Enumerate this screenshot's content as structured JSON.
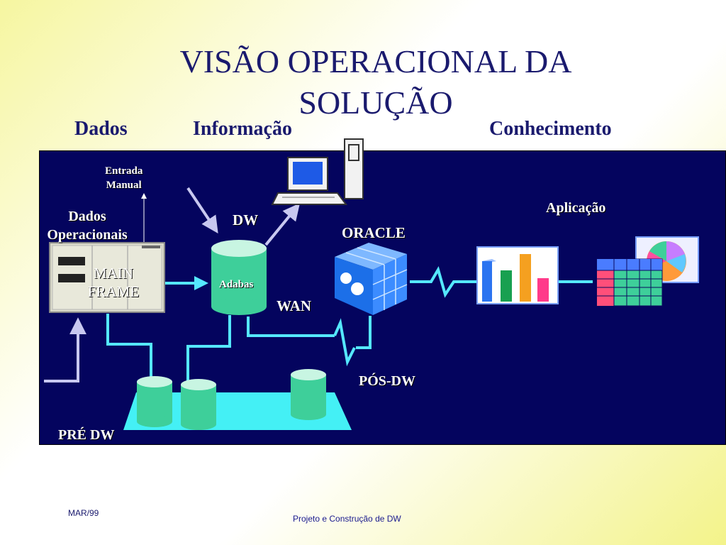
{
  "title_line1": "VISÃO OPERACIONAL DA",
  "title_line2": "SOLUÇÃO",
  "columns": {
    "dados": "Dados",
    "informacao": "Informação",
    "conhecimento": "Conhecimento"
  },
  "labels": {
    "entrada_line1": "Entrada",
    "entrada_line2": "Manual",
    "dados_op_line1": "Dados",
    "dados_op_line2": "Operacionais",
    "mainframe_line1": "MAIN",
    "mainframe_line2": "FRAME",
    "dw": "DW",
    "adabas": "Adabas",
    "wan": "WAN",
    "oracle": "ORACLE",
    "aplicacao": "Aplicação",
    "pos_dw": "PÓS-DW",
    "pre_dw": "PRÉ DW"
  },
  "footer": {
    "date": "MAR/99",
    "project": "Projeto e Construção de DW"
  },
  "colors": {
    "panel": "#04045e",
    "connector": "#55e8ff",
    "arrow": "#c8c8f0",
    "cylinder": "#3ecf9a",
    "platform": "#44f0f5"
  }
}
